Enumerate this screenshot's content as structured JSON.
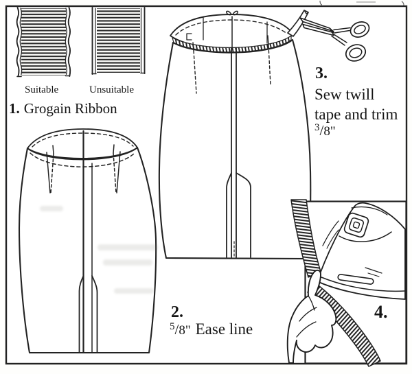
{
  "figure": {
    "title_hint": "Skirt waistband finishing steps",
    "colors": {
      "ink": "#222222",
      "paper": "#fefefc"
    },
    "step1": {
      "number": "1.",
      "title": "Grogain Ribbon",
      "caption_left": "Suitable",
      "caption_right": "Unsuitable"
    },
    "step2": {
      "number": "2.",
      "frac_num": "5",
      "frac_slash": "/",
      "frac_den": "8",
      "frac_unit": "\"",
      "label": "Ease line"
    },
    "step3": {
      "number": "3.",
      "line1": "Sew twill",
      "line2": "tape and trim",
      "frac_num": "3",
      "frac_slash": "/",
      "frac_den": "8",
      "frac_unit": "\""
    },
    "step4": {
      "number": "4."
    },
    "icons": {
      "scissors": "scissors-icon",
      "iron": "iron-icon",
      "hand": "hand-icon",
      "grosgrain_ribbon": "grosgrain-ribbon",
      "twill_tape": "twill-tape"
    }
  }
}
